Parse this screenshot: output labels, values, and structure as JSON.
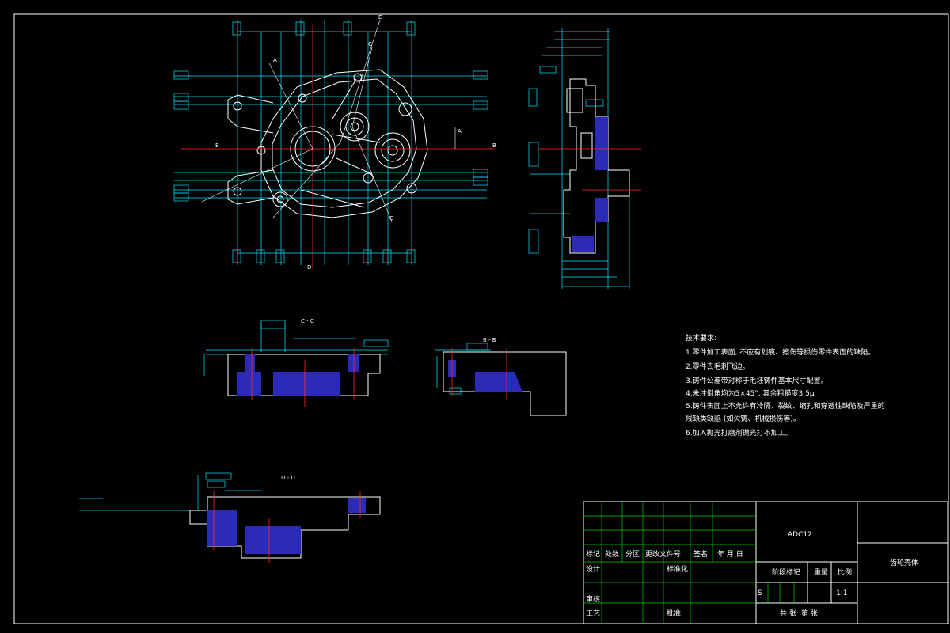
{
  "views": {
    "section_cc": "C - C",
    "section_bb": "B - B",
    "section_dd": "D - D",
    "label_a1": "A",
    "label_a2": "A",
    "label_b1": "B",
    "label_b2": "B",
    "label_c1": "C",
    "label_c2": "C",
    "label_d1": "D",
    "label_d2": "D"
  },
  "notes": {
    "heading": "技术要求:",
    "items": [
      "1.零件加工表面, 不应有划痕、擦伤等损伤零件表面的缺陷。",
      "2.零件去毛刺飞边。",
      "3.铸件公差带对称于毛坯铸件基本尺寸配置。",
      "4.未注倒角均为5×45°, 其余粗糙度3.5μ",
      "5.铸件表面上不允许有冷隔、裂纹、缩孔和穿透性缺陷及严重的",
      "残缺类缺陷 (如欠铸、机械损伤等)。",
      "6.加入抛光打磨剂抛光打不加工。"
    ]
  },
  "title_block": {
    "material": "ADC12",
    "part_name": "齿轮壳体",
    "r1": [
      "标记",
      "处数",
      "分区",
      "更改文件号",
      "签名",
      "年 月 日"
    ],
    "design": "设计",
    "standard": "标准化",
    "stage_mark": "阶段标记",
    "weight": "重量",
    "scale": "比例",
    "review": "审核",
    "process": "工艺",
    "approve": "批准",
    "s_mark": "S",
    "scale_val": "1:1",
    "sheet_total": "共 张",
    "sheet_no": "第 张"
  }
}
